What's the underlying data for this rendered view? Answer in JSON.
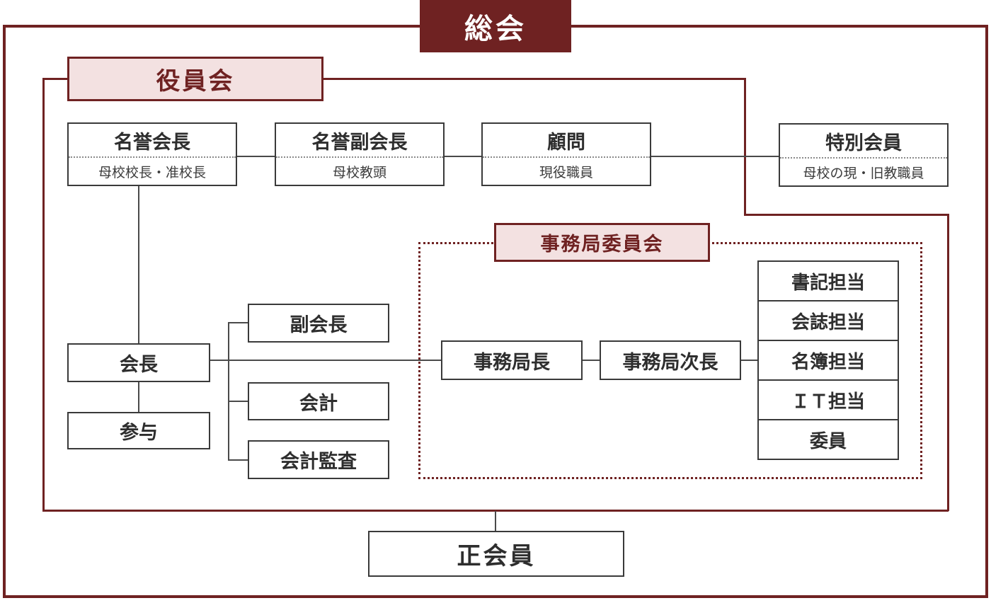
{
  "colors": {
    "dark_red": "#6f2222",
    "pink": "#f3e1e1",
    "line_gray": "#4a4a4a",
    "box_border": "#3a3a3a",
    "text_dark": "#2e2e2e"
  },
  "general_assembly": {
    "label": "総会"
  },
  "board": {
    "label": "役員会"
  },
  "secretariat_committee": {
    "label": "事務局委員会"
  },
  "honorary_row": [
    {
      "title": "名誉会長",
      "subtitle": "母校校長・准校長"
    },
    {
      "title": "名誉副会長",
      "subtitle": "母校教頭"
    },
    {
      "title": "顧問",
      "subtitle": "現役職員"
    },
    {
      "title": "特別会員",
      "subtitle": "母校の現・旧教職員"
    }
  ],
  "officers": {
    "chairman": "会長",
    "counselor": "参与",
    "vice_chairman": "副会長",
    "accountant": "会計",
    "audit": "会計監査"
  },
  "secretariat": {
    "director": "事務局長",
    "deputy_director": "事務局次長",
    "staff": [
      "書記担当",
      "会誌担当",
      "名簿担当",
      "ＩＴ担当",
      "委員"
    ]
  },
  "membership": {
    "regular": "正会員"
  }
}
